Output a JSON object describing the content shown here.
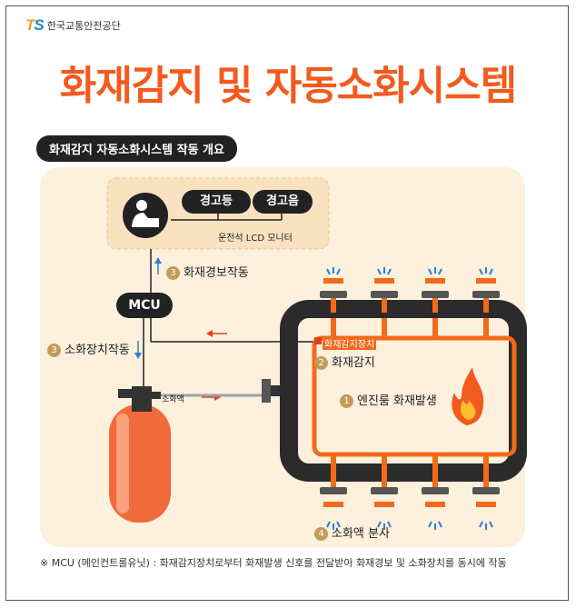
{
  "logo": {
    "mark_t": "T",
    "mark_s": "S",
    "org": "한국교통안전공단"
  },
  "title": "화재감지 및 자동소화시스템",
  "subtitle": "화재감지 자동소화시스템 작동 개요",
  "monitor": {
    "alarm_light": "경고등",
    "alarm_sound": "경고음",
    "caption": "운전석 LCD 모니터"
  },
  "mcu": "MCU",
  "steps": {
    "step1": {
      "num": "1",
      "label": "엔진룸 화재발생"
    },
    "step2": {
      "num": "2",
      "label": "화재감지"
    },
    "step3a": {
      "num": "3",
      "label": "화재경보작동"
    },
    "step3b": {
      "num": "3",
      "label": "소화장치작동"
    },
    "step4": {
      "num": "4",
      "label": "소화액 분사"
    }
  },
  "sensor_label": "화재감지장치",
  "agent_label": "소화액",
  "footnote": "※ MCU (메인컨트롤유닛) : 화재감지장치로부터 화재발생 신호를 전달받아 화재경보 및 소화장치를 동시에 작동",
  "colors": {
    "accent": "#f25a1e",
    "dark": "#222222",
    "panel": "#fdf0dd",
    "badge": "#c49a5a",
    "sensor": "#f26a1a",
    "arrow_blue": "#2a7fd4",
    "arrow_red": "#e2401a"
  }
}
